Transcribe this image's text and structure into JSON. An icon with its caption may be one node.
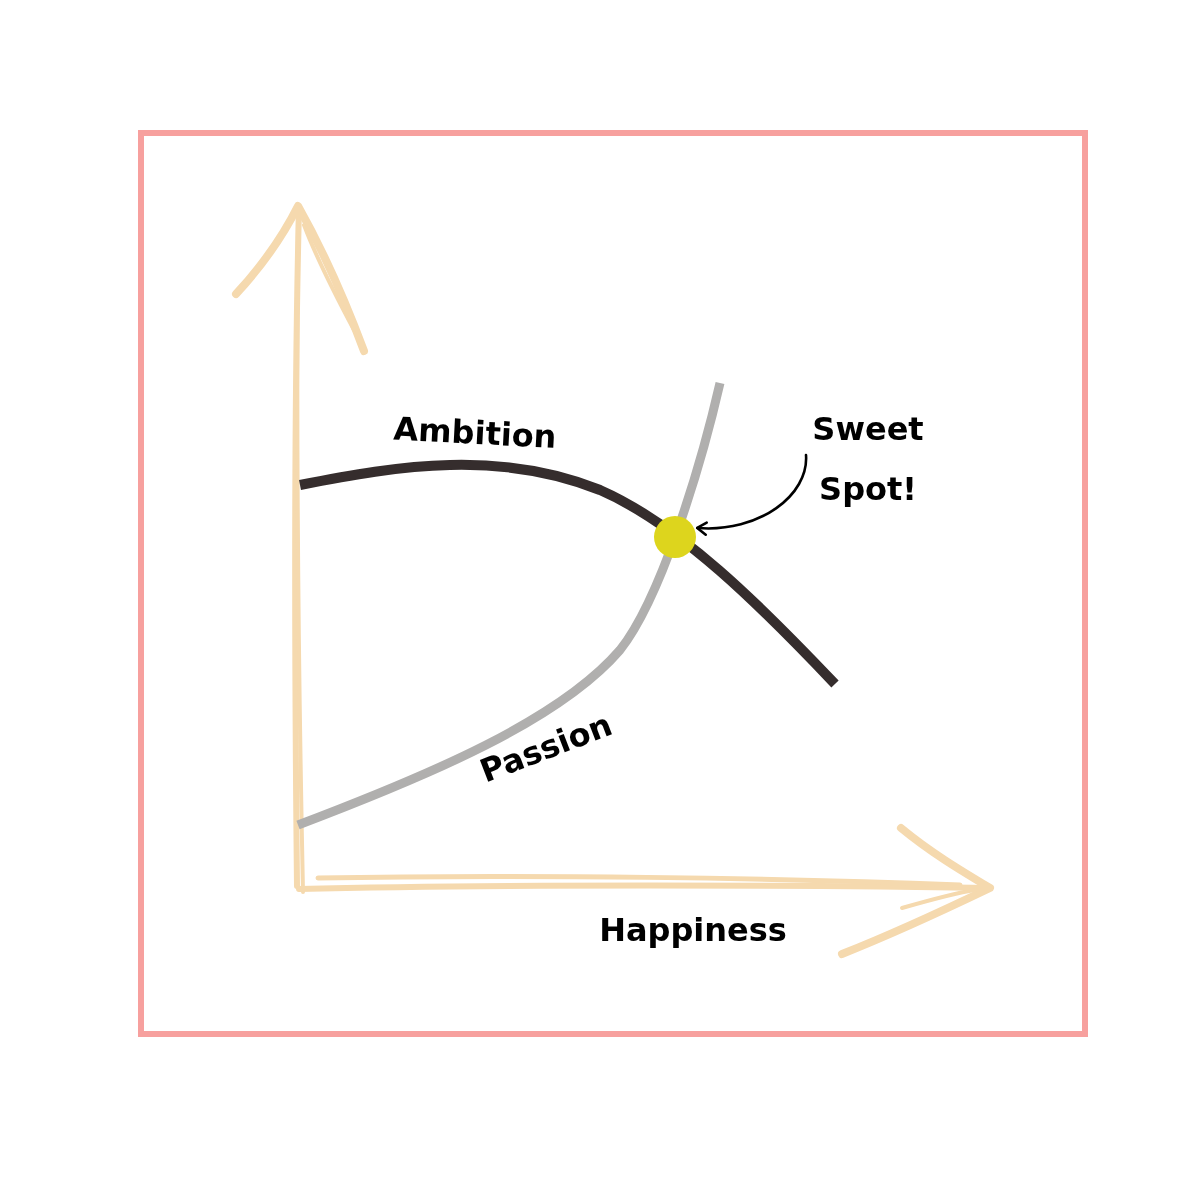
{
  "diagram": {
    "nodes": [
      {
        "text": [
          "Sweet Spot!"
        ]
      },
      {
        "text": [],
        "shape": "circle"
      }
    ],
    "edges": [
      {
        "from": 0,
        "to": 1,
        "arrow": "to"
      }
    ],
    "labels": [
      "Ambition",
      "Passion",
      "Happiness"
    ]
  }
}
